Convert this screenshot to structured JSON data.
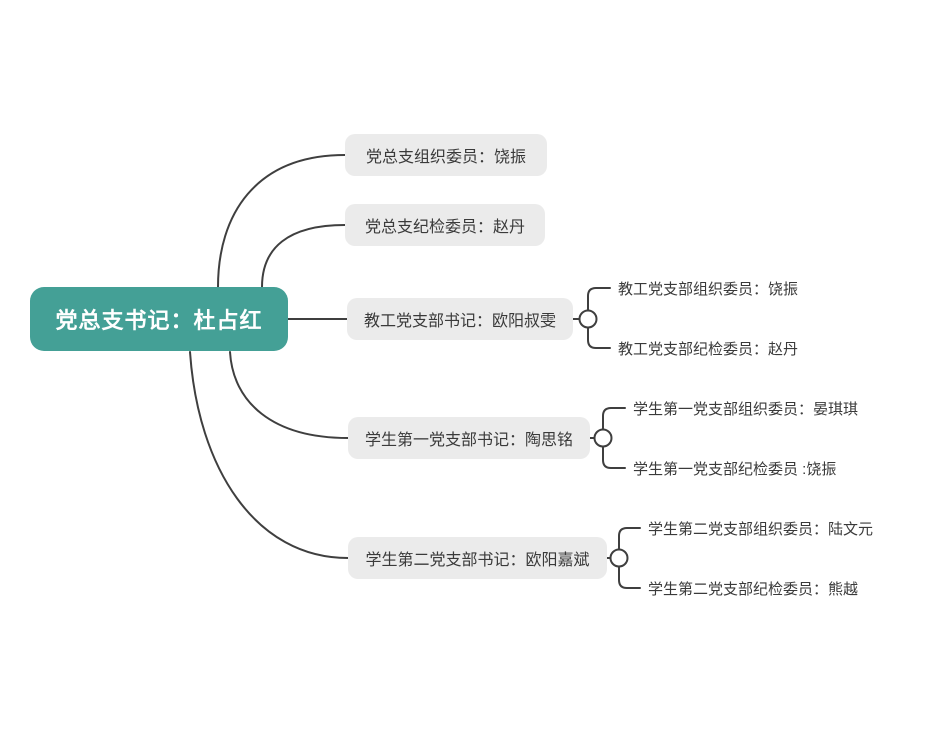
{
  "colors": {
    "background": "#ffffff",
    "root_node_bg": "#44a096",
    "root_node_text": "#ffffff",
    "branch_node_bg": "#ebebeb",
    "branch_node_text": "#3a3a3a",
    "edge_line": "#3f3f3f"
  },
  "root": {
    "label": "党总支书记：杜占红"
  },
  "branches": [
    {
      "label": "党总支组织委员：饶振",
      "children": []
    },
    {
      "label": "党总支纪检委员：赵丹",
      "children": []
    },
    {
      "label": "教工党支部书记：欧阳叔雯",
      "children": [
        {
          "label": "教工党支部组织委员：饶振"
        },
        {
          "label": "教工党支部纪检委员：赵丹"
        }
      ]
    },
    {
      "label": "学生第一党支部书记：陶思铭",
      "children": [
        {
          "label": "学生第一党支部组织委员：晏琪琪"
        },
        {
          "label": "学生第一党支部纪检委员 :饶振"
        }
      ]
    },
    {
      "label": "学生第二党支部书记：欧阳嘉斌",
      "children": [
        {
          "label": "学生第二党支部组织委员：陆文元"
        },
        {
          "label": "学生第二党支部纪检委员：熊越"
        }
      ]
    }
  ]
}
